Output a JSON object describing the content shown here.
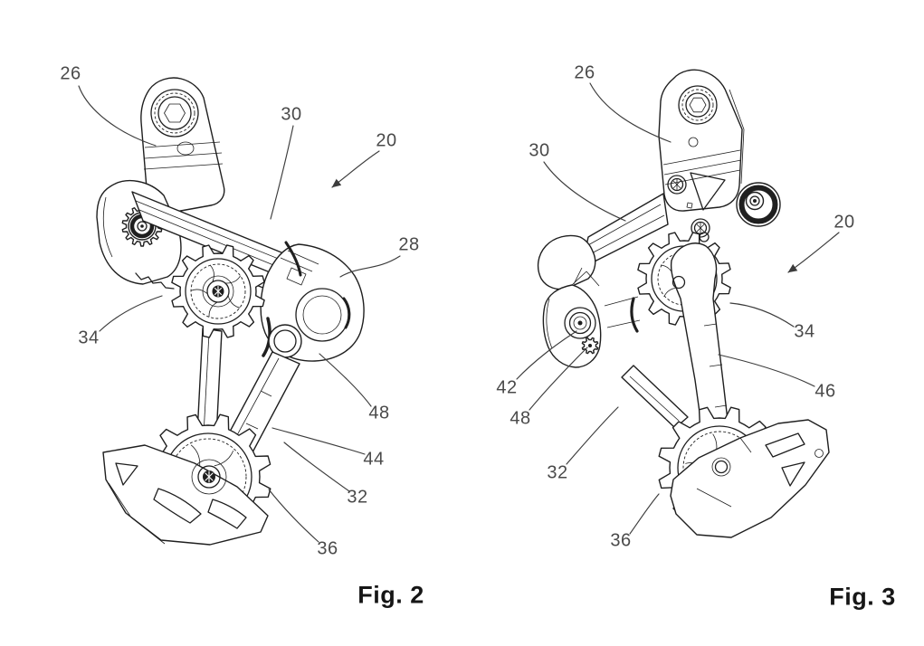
{
  "document": {
    "type": "patent-style line drawing sheet",
    "subject": "bicycle rear derailleur shown from two viewpoints"
  },
  "drawing": {
    "paper_color": "#ffffff",
    "ink_color": "#1f1f1f",
    "leader_color": "#3c3c3c",
    "label_color": "#4a4a4a"
  },
  "figures": [
    {
      "caption": "Fig. 2",
      "labels": [
        {
          "text": "26"
        },
        {
          "text": "30"
        },
        {
          "text": "20"
        },
        {
          "text": "28"
        },
        {
          "text": "34"
        },
        {
          "text": "48"
        },
        {
          "text": "44"
        },
        {
          "text": "32"
        },
        {
          "text": "36"
        }
      ]
    },
    {
      "caption": "Fig. 3",
      "labels": [
        {
          "text": "26"
        },
        {
          "text": "30"
        },
        {
          "text": "20"
        },
        {
          "text": "34"
        },
        {
          "text": "46"
        },
        {
          "text": "42"
        },
        {
          "text": "48"
        },
        {
          "text": "32"
        },
        {
          "text": "36"
        }
      ]
    }
  ]
}
